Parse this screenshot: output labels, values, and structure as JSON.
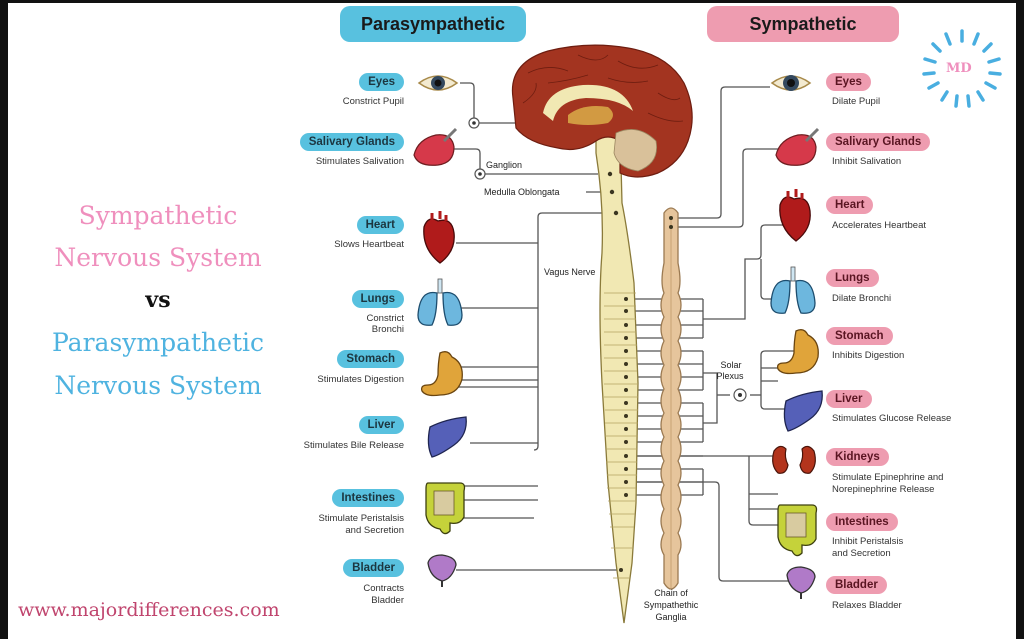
{
  "headers": {
    "parasympathetic": "Parasympathetic",
    "sympathetic": "Sympathetic"
  },
  "title": {
    "line1": "Sympathetic",
    "line2": "Nervous System",
    "vs": "vs",
    "line3": "Parasympathetic",
    "line4": "Nervous System"
  },
  "logo": "MD",
  "website": "www.majordifferences.com",
  "colors": {
    "parasympathetic": "#58c1df",
    "sympathetic": "#ee9cb0",
    "title_pink": "#ef8fbd",
    "title_blue": "#4fb3e0",
    "website": "#c0456e"
  },
  "parasympathetic_organs": [
    {
      "organ": "Eyes",
      "effect": "Constrict Pupil",
      "icon": "eye-icon"
    },
    {
      "organ": "Salivary Glands",
      "effect": "Stimulates Salivation",
      "icon": "salivary-gland-icon"
    },
    {
      "organ": "Heart",
      "effect": "Slows Heartbeat",
      "icon": "heart-icon"
    },
    {
      "organ": "Lungs",
      "effect": "Constrict Bronchi",
      "effect_lines": [
        "Constrict",
        "Bronchi"
      ],
      "icon": "lungs-icon"
    },
    {
      "organ": "Stomach",
      "effect": "Stimulates Digestion",
      "icon": "stomach-icon"
    },
    {
      "organ": "Liver",
      "effect": "Stimulates Bile Release",
      "icon": "liver-icon"
    },
    {
      "organ": "Intestines",
      "effect": "Stimulate Peristalsis and Secretion",
      "effect_lines": [
        "Stimulate Peristalsis",
        "and Secretion"
      ],
      "icon": "intestines-icon"
    },
    {
      "organ": "Bladder",
      "effect": "Contracts Bladder",
      "effect_lines": [
        "Contracts",
        "Bladder"
      ],
      "icon": "bladder-icon"
    }
  ],
  "sympathetic_organs": [
    {
      "organ": "Eyes",
      "effect": "Dilate Pupil",
      "icon": "eye-icon"
    },
    {
      "organ": "Salivary Glands",
      "effect": "Inhibit Salivation",
      "icon": "salivary-gland-icon"
    },
    {
      "organ": "Heart",
      "effect": "Accelerates Heartbeat",
      "icon": "heart-icon"
    },
    {
      "organ": "Lungs",
      "effect": "Dilate Bronchi",
      "icon": "lungs-icon"
    },
    {
      "organ": "Stomach",
      "effect": "Inhibits Digestion",
      "icon": "stomach-icon"
    },
    {
      "organ": "Liver",
      "effect": "Stimulates Glucose Release",
      "icon": "liver-icon"
    },
    {
      "organ": "Kidneys",
      "effect": "Stimulate Epinephrine and Norepinephrine Release",
      "effect_lines": [
        "Stimulate Epinephrine and",
        "Norepinephrine Release"
      ],
      "icon": "kidneys-icon"
    },
    {
      "organ": "Intestines",
      "effect": "Inhibit Peristalsis and Secretion",
      "effect_lines": [
        "Inhibit Peristalsis",
        "and Secretion"
      ],
      "icon": "intestines-icon"
    },
    {
      "organ": "Bladder",
      "effect": "Relaxes Bladder",
      "icon": "bladder-icon"
    }
  ],
  "annotations": {
    "ganglion": "Ganglion",
    "medulla": "Medulla Oblongata",
    "vagus": "Vagus Nerve",
    "solar_plexus_1": "Solar",
    "solar_plexus_2": "Plexus",
    "chain_1": "Chain of",
    "chain_2": "Sympathethic",
    "chain_3": "Ganglia"
  }
}
